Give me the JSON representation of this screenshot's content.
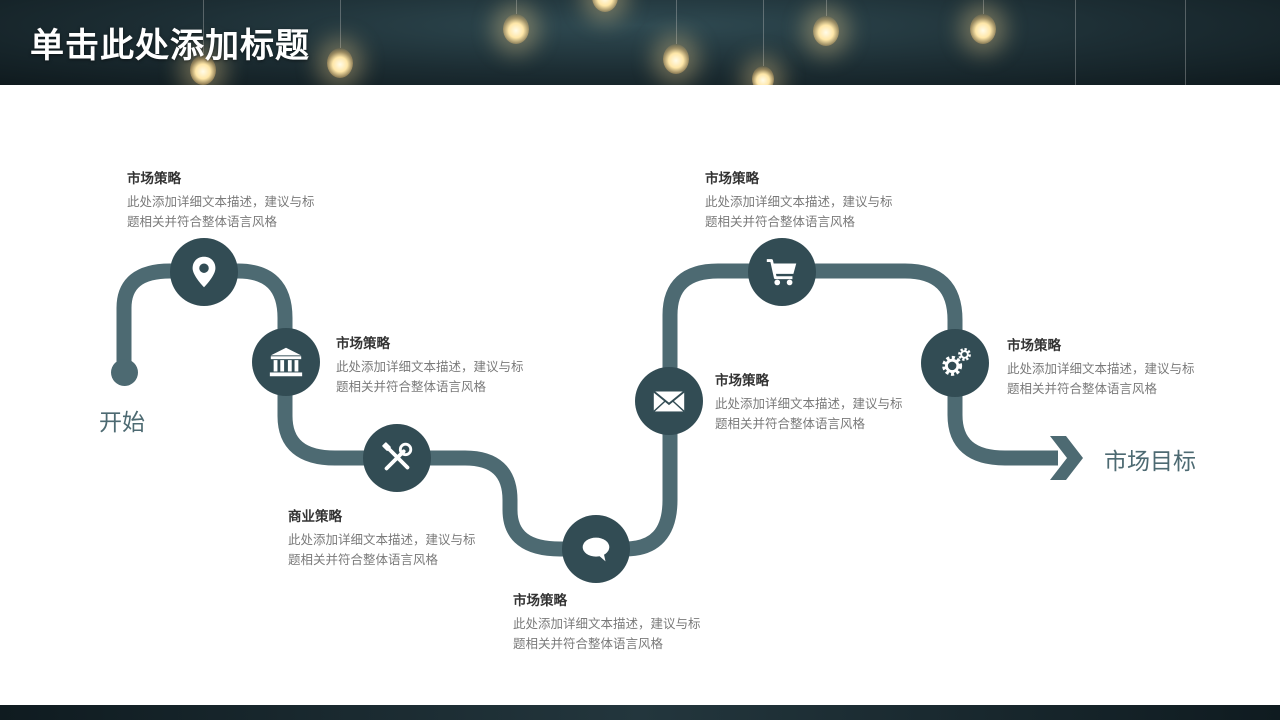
{
  "header": {
    "title": "单击此处添加标题"
  },
  "start_label": "开始",
  "end_label": "市场目标",
  "nodes": [
    {
      "icon": "map-pin-icon",
      "title": "市场策略",
      "desc": "此处添加详细文本描述，建议与标题相关并符合整体语言风格"
    },
    {
      "icon": "bank-icon",
      "title": "市场策略",
      "desc": "此处添加详细文本描述，建议与标题相关并符合整体语言风格"
    },
    {
      "icon": "tools-icon",
      "title": "商业策略",
      "desc": "此处添加详细文本描述，建议与标题相关并符合整体语言风格"
    },
    {
      "icon": "chat-bubble-icon",
      "title": "市场策略",
      "desc": "此处添加详细文本描述，建议与标题相关并符合整体语言风格"
    },
    {
      "icon": "envelope-icon",
      "title": "市场策略",
      "desc": "此处添加详细文本描述，建议与标题相关并符合整体语言风格"
    },
    {
      "icon": "shopping-cart-icon",
      "title": "市场策略",
      "desc": "此处添加详细文本描述，建议与标题相关并符合整体语言风格"
    },
    {
      "icon": "gears-icon",
      "title": "市场策略",
      "desc": "此处添加详细文本描述，建议与标题相关并符合整体语言风格"
    }
  ],
  "colors": {
    "path": "#4d6a72",
    "node": "#324c54",
    "header": "#1c2d33"
  }
}
